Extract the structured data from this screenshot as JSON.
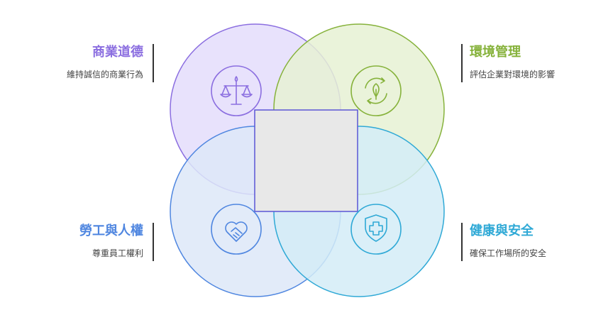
{
  "quadrants": {
    "top_left": {
      "title": "商業道德",
      "desc": "維持誠信的商業行為",
      "color": "#8b6ee0",
      "icon": "scale-icon"
    },
    "top_right": {
      "title": "環境管理",
      "desc": "評估企業對環境的影響",
      "color": "#86b23b",
      "icon": "recycle-leaf-icon"
    },
    "bottom_left": {
      "title": "勞工與人權",
      "desc": "尊重員工權利",
      "color": "#4f86e0",
      "icon": "heart-handshake-icon"
    },
    "bottom_right": {
      "title": "健康與安全",
      "desc": "確保工作場所的安全",
      "color": "#2fa9d6",
      "icon": "shield-cross-icon"
    }
  },
  "fills": {
    "top_left": "#e4ddfb",
    "top_right": "#e6f1d3",
    "bottom_left": "#dde8f8",
    "bottom_right": "#d4ecf7",
    "center": "#e8e8e8"
  }
}
